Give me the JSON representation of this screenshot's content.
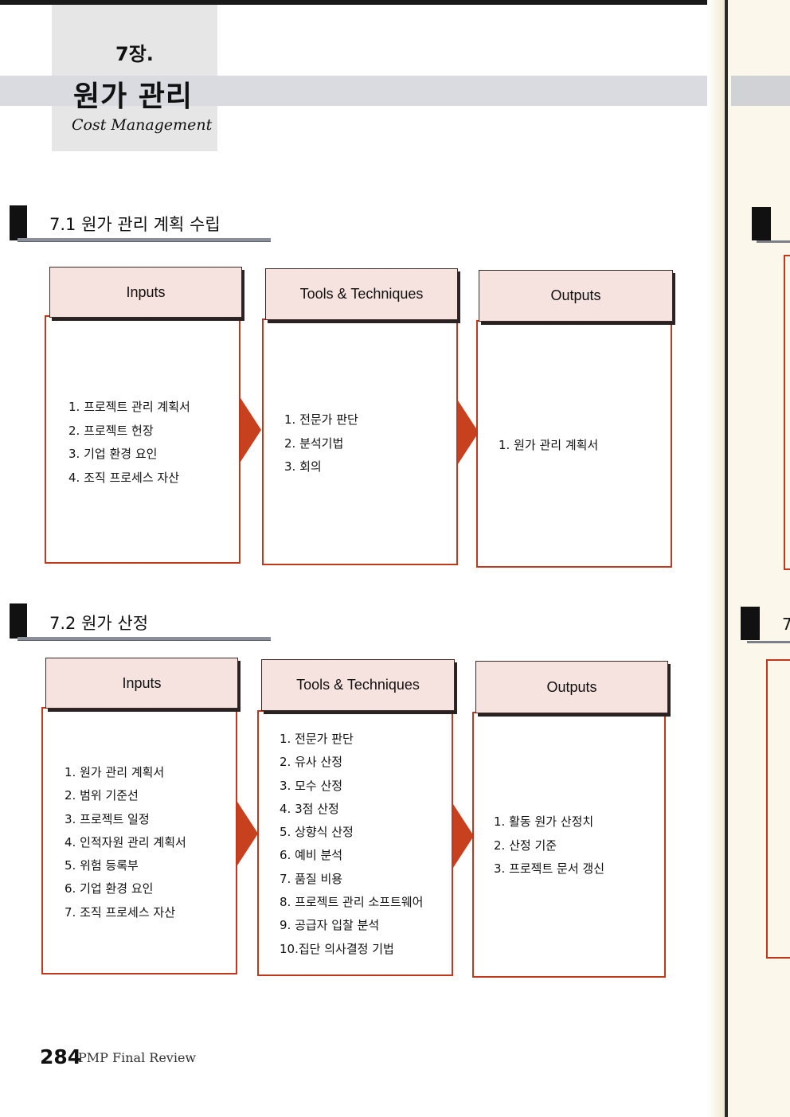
{
  "chapter": {
    "number": "7장.",
    "title": "원가 관리",
    "subtitle_en": "Cost Management"
  },
  "sections": [
    {
      "title": "7.1 원가 관리 계획 수립",
      "columns": [
        {
          "header": "Inputs",
          "items": [
            "1. 프로젝트 관리 계획서",
            "2. 프로젝트 헌장",
            "3. 기업 환경 요인",
            "4. 조직 프로세스 자산"
          ]
        },
        {
          "header": "Tools & Techniques",
          "items": [
            "1. 전문가 판단",
            "2. 분석기법",
            "3. 회의"
          ]
        },
        {
          "header": "Outputs",
          "items": [
            "1. 원가 관리 계획서"
          ]
        }
      ]
    },
    {
      "title": "7.2 원가 산정",
      "columns": [
        {
          "header": "Inputs",
          "items": [
            "1. 원가 관리 계획서",
            "2. 범위 기준선",
            "3. 프로젝트 일정",
            "4. 인적자원 관리 계획서",
            "5. 위험 등록부",
            "6. 기업 환경 요인",
            "7. 조직 프로세스 자산"
          ]
        },
        {
          "header": "Tools & Techniques",
          "items": [
            "1. 전문가 판단",
            "2. 유사 산정",
            "3. 모수 산정",
            "4. 3점 산정",
            "5. 상향식 산정",
            "6. 예비 분석",
            "7. 품질 비용",
            "8. 프로젝트 관리 소프트웨어",
            "9. 공급자 입찰 분석",
            "10.집단 의사결정 기법"
          ]
        },
        {
          "header": "Outputs",
          "items": [
            "1. 활동 원가 산정치",
            "2. 산정 기준",
            "3. 프로젝트 문서 갱신"
          ]
        }
      ]
    }
  ],
  "footer": {
    "page_number": "284",
    "book_title": "PMP Final Review"
  },
  "right_page": {
    "section_fragment": "7"
  }
}
